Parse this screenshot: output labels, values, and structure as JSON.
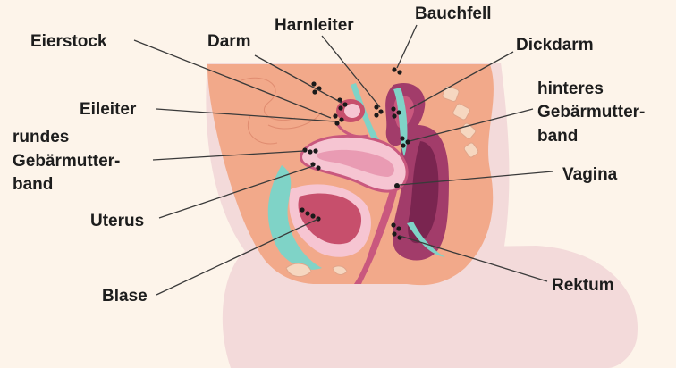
{
  "labels": {
    "eierstock": "Eierstock",
    "darm": "Darm",
    "harnleiter": "Harnleiter",
    "bauchfell": "Bauchfell",
    "dickdarm": "Dickdarm",
    "eileiter": "Eileiter",
    "hinteres_line1": "hinteres",
    "hinteres_line2": "Gebärmutter-",
    "hinteres_line3": "band",
    "rundes_line1": "rundes",
    "rundes_line2": "Gebärmutter-",
    "rundes_line3": "band",
    "vagina": "Vagina",
    "uterus": "Uterus",
    "blase": "Blase",
    "rektum": "Rektum"
  },
  "colors": {
    "background": "#fdf4ea",
    "body_silhouette": "#f3dada",
    "tissue": "#f2a98a",
    "uterus_light": "#f6c5d2",
    "uterus_dark": "#c9587e",
    "rectum": "#a23c6a",
    "ligament": "#7fd3c7",
    "bladder": "#c74f6c"
  }
}
